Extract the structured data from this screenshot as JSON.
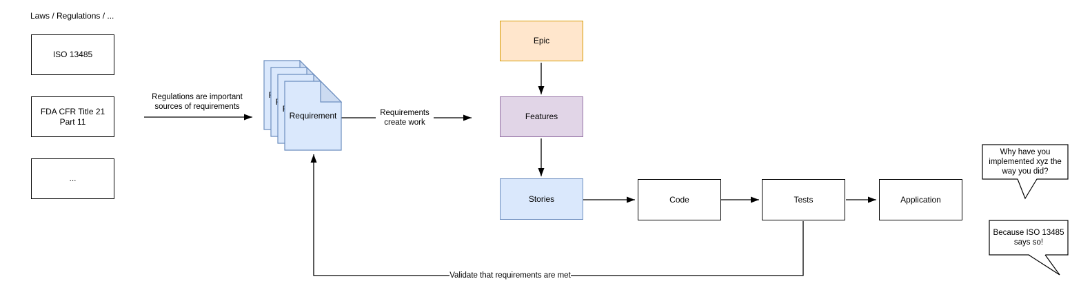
{
  "heading": {
    "laws_label": "Laws / Regulations / ..."
  },
  "law_boxes": [
    {
      "label": "ISO 13485",
      "fill": "#ffffff",
      "stroke": "#000000"
    },
    {
      "label": "FDA CFR Title 21\nPart 11",
      "fill": "#ffffff",
      "stroke": "#000000"
    },
    {
      "label": "...",
      "fill": "#ffffff",
      "stroke": "#000000"
    }
  ],
  "documents": {
    "label": "Requirement",
    "count": 4,
    "fill": "#dae8fc",
    "fold_fill": "#ccdbf1",
    "stroke": "#6c8ebf"
  },
  "nodes": {
    "epic": {
      "label": "Epic",
      "fill": "#ffe6cc",
      "stroke": "#d79b00"
    },
    "features": {
      "label": "Features",
      "fill": "#e1d5e7",
      "stroke": "#9673a6"
    },
    "stories": {
      "label": "Stories",
      "fill": "#dae8fc",
      "stroke": "#6c8ebf"
    },
    "code": {
      "label": "Code",
      "fill": "#ffffff",
      "stroke": "#000000"
    },
    "tests": {
      "label": "Tests",
      "fill": "#ffffff",
      "stroke": "#000000"
    },
    "application": {
      "label": "Application",
      "fill": "#ffffff",
      "stroke": "#000000"
    }
  },
  "edge_labels": {
    "regulations_source": "Regulations are important\nsources of requirements",
    "create_work": "Requirements\ncreate work",
    "validate": "Validate that requirements are met"
  },
  "speech_bubbles": [
    {
      "text": "Why have you\nimplemented xyz the\nway you did?"
    },
    {
      "text": "Because ISO 13485\nsays so!"
    }
  ],
  "line_color": "#000000"
}
